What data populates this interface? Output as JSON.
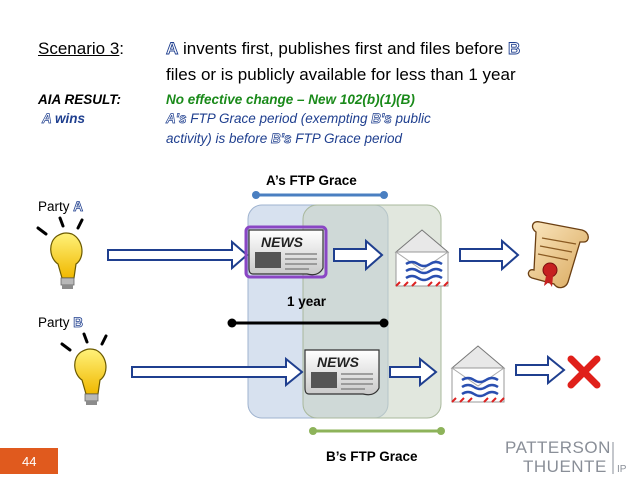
{
  "header": {
    "scenario_label": "Scenario 3",
    "scenario_colon": ":",
    "line1_letter_a": "A",
    "line1_text": " invents first, publishes first and files before ",
    "line1_letter_b": "B",
    "line2_text": "files or is publicly available for less than 1 year"
  },
  "aia": {
    "result_label": "AIA RESULT:",
    "winner_letter": "A",
    "winner_text": " wins",
    "change_text": "No effective change – New 102(b)(1)(B)",
    "grace_prefix": "A's",
    "grace_mid": " FTP Grace period (exempting ",
    "grace_mid2": "B's",
    "grace_suffix": " public",
    "grace_line2_a": "activity) is before ",
    "grace_line2_b": "B's",
    "grace_line2_c": " FTP Grace period"
  },
  "diagram": {
    "a_grace_label": "A’s FTP Grace",
    "b_grace_label": "B’s FTP Grace",
    "one_year_label": "1 year",
    "party_a_label": "Party ",
    "party_a_letter": "A",
    "party_b_label": "Party ",
    "party_b_letter": "B",
    "news_label_a": "NEWS",
    "news_label_b": "NEWS"
  },
  "footer": {
    "slide_number": "44",
    "logo_line1": "PATTERSON",
    "logo_line2": "THUENTE",
    "logo_suffix": "IP"
  },
  "colors": {
    "title_text": "#000000",
    "change_text": "#1a8a1a",
    "grace_text": "#1f3f8f",
    "arrow_outline": "#1f3f8f",
    "a_grace_line": "#4a7fc1",
    "b_grace_line": "#8db35a",
    "cross_red": "#e0201a",
    "logo": "#8a8f98",
    "page_number_bg": "#e05a1e"
  },
  "icons": [
    "lightbulb-icon",
    "newspaper-icon",
    "envelope-icon",
    "patent-scroll-icon",
    "red-x-icon",
    "arrow-icon"
  ]
}
